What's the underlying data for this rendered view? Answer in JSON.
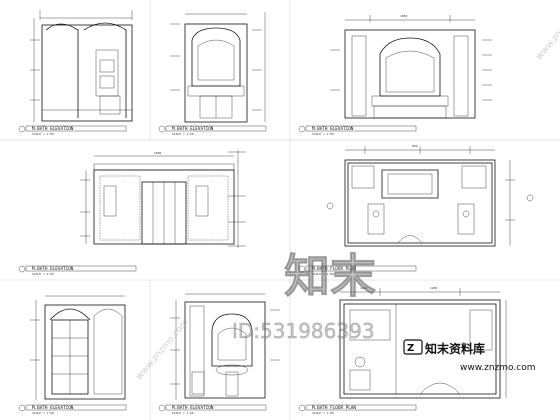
{
  "sheet": {
    "panels": [
      {
        "title": "M.BATH ELEVATION",
        "scale": "SCALE = 1:50"
      },
      {
        "title": "M.BATH ELEVATION",
        "scale": "SCALE = 1:50"
      },
      {
        "title": "M.BATH ELEVATION",
        "scale": "SCALE = 1:50"
      },
      {
        "title": "M.BATH ELEVATION",
        "scale": "SCALE = 1:50"
      },
      {
        "title": "M.BATH FLOOR PLAN",
        "scale": "SCALE = 1:50"
      },
      {
        "title": "M.BATH ELEVATION",
        "scale": "SCALE = 1:50"
      },
      {
        "title": "M.BATH ELEVATION",
        "scale": "SCALE = 1:50"
      },
      {
        "title": "M.BATH FLOOR PLAN",
        "scale": "SCALE = 1:50"
      }
    ],
    "dims": [
      "1050",
      "1600",
      "850",
      "1200",
      "1200"
    ]
  },
  "watermark": {
    "big": "知末",
    "id": "ID:531986393",
    "cn": "知末资料库",
    "url": "www.znzmo.com",
    "diagonal": "www.znzmo.com"
  }
}
